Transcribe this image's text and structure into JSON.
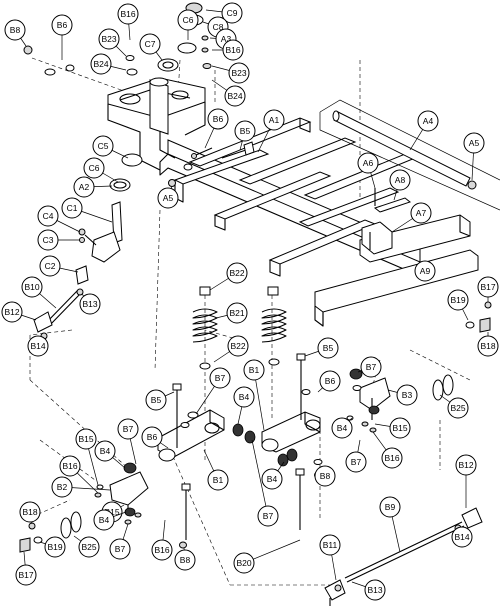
{
  "callouts": [
    {
      "id": "c9",
      "label": "C9"
    },
    {
      "id": "c8",
      "label": "C8"
    },
    {
      "id": "b16a",
      "label": "B16"
    },
    {
      "id": "b6a",
      "label": "B6"
    },
    {
      "id": "b8a",
      "label": "B8"
    },
    {
      "id": "c6a",
      "label": "C6"
    },
    {
      "id": "a3a",
      "label": "A3"
    },
    {
      "id": "b23a",
      "label": "B23"
    },
    {
      "id": "c7",
      "label": "C7"
    },
    {
      "id": "b16b",
      "label": "B16"
    },
    {
      "id": "b24a",
      "label": "B24"
    },
    {
      "id": "b23b",
      "label": "B23"
    },
    {
      "id": "b24b",
      "label": "B24"
    },
    {
      "id": "a1",
      "label": "A1"
    },
    {
      "id": "a4",
      "label": "A4"
    },
    {
      "id": "b6b",
      "label": "B6"
    },
    {
      "id": "b5a",
      "label": "B5"
    },
    {
      "id": "c5",
      "label": "C5"
    },
    {
      "id": "c6b",
      "label": "C6"
    },
    {
      "id": "a6",
      "label": "A6"
    },
    {
      "id": "a5a",
      "label": "A5"
    },
    {
      "id": "a5b",
      "label": "A5"
    },
    {
      "id": "a2",
      "label": "A2"
    },
    {
      "id": "a8",
      "label": "A8"
    },
    {
      "id": "c1",
      "label": "C1"
    },
    {
      "id": "a7",
      "label": "A7"
    },
    {
      "id": "c4",
      "label": "C4"
    },
    {
      "id": "c3",
      "label": "C3"
    },
    {
      "id": "a9",
      "label": "A9"
    },
    {
      "id": "c2",
      "label": "C2"
    },
    {
      "id": "b22a",
      "label": "B22"
    },
    {
      "id": "b17a",
      "label": "B17"
    },
    {
      "id": "b10",
      "label": "B10"
    },
    {
      "id": "b19a",
      "label": "B19"
    },
    {
      "id": "b13a",
      "label": "B13"
    },
    {
      "id": "b12a",
      "label": "B12"
    },
    {
      "id": "b21",
      "label": "B21"
    },
    {
      "id": "b14a",
      "label": "B14"
    },
    {
      "id": "b18a",
      "label": "B18"
    },
    {
      "id": "b22b",
      "label": "B22"
    },
    {
      "id": "b5b",
      "label": "B5"
    },
    {
      "id": "b7a",
      "label": "B7"
    },
    {
      "id": "b1a",
      "label": "B1"
    },
    {
      "id": "b6c",
      "label": "B6"
    },
    {
      "id": "b3",
      "label": "B3"
    },
    {
      "id": "b7b",
      "label": "B7"
    },
    {
      "id": "b25a",
      "label": "B25"
    },
    {
      "id": "b5c",
      "label": "B5"
    },
    {
      "id": "b4a",
      "label": "B4"
    },
    {
      "id": "b15a",
      "label": "B15"
    },
    {
      "id": "b7c",
      "label": "B7"
    },
    {
      "id": "b6d",
      "label": "B6"
    },
    {
      "id": "b4b",
      "label": "B4"
    },
    {
      "id": "b16c",
      "label": "B16"
    },
    {
      "id": "b15b",
      "label": "B15"
    },
    {
      "id": "b7d",
      "label": "B7"
    },
    {
      "id": "b4c",
      "label": "B4"
    },
    {
      "id": "b16d",
      "label": "B16"
    },
    {
      "id": "b1b",
      "label": "B1"
    },
    {
      "id": "b8b",
      "label": "B8"
    },
    {
      "id": "b2",
      "label": "B2"
    },
    {
      "id": "b4d",
      "label": "B4"
    },
    {
      "id": "b7e",
      "label": "B7"
    },
    {
      "id": "b12b",
      "label": "B12"
    },
    {
      "id": "b18b",
      "label": "B18"
    },
    {
      "id": "b9",
      "label": "B9"
    },
    {
      "id": "b15c",
      "label": "B15"
    },
    {
      "id": "b4e",
      "label": "B4"
    },
    {
      "id": "b14b",
      "label": "B14"
    },
    {
      "id": "b16e",
      "label": "B16"
    },
    {
      "id": "b7f",
      "label": "B7"
    },
    {
      "id": "b8c",
      "label": "B8"
    },
    {
      "id": "b19b",
      "label": "B19"
    },
    {
      "id": "b25b",
      "label": "B25"
    },
    {
      "id": "b20",
      "label": "B20"
    },
    {
      "id": "b11",
      "label": "B11"
    },
    {
      "id": "b17b",
      "label": "B17"
    },
    {
      "id": "b13b",
      "label": "B13"
    }
  ]
}
